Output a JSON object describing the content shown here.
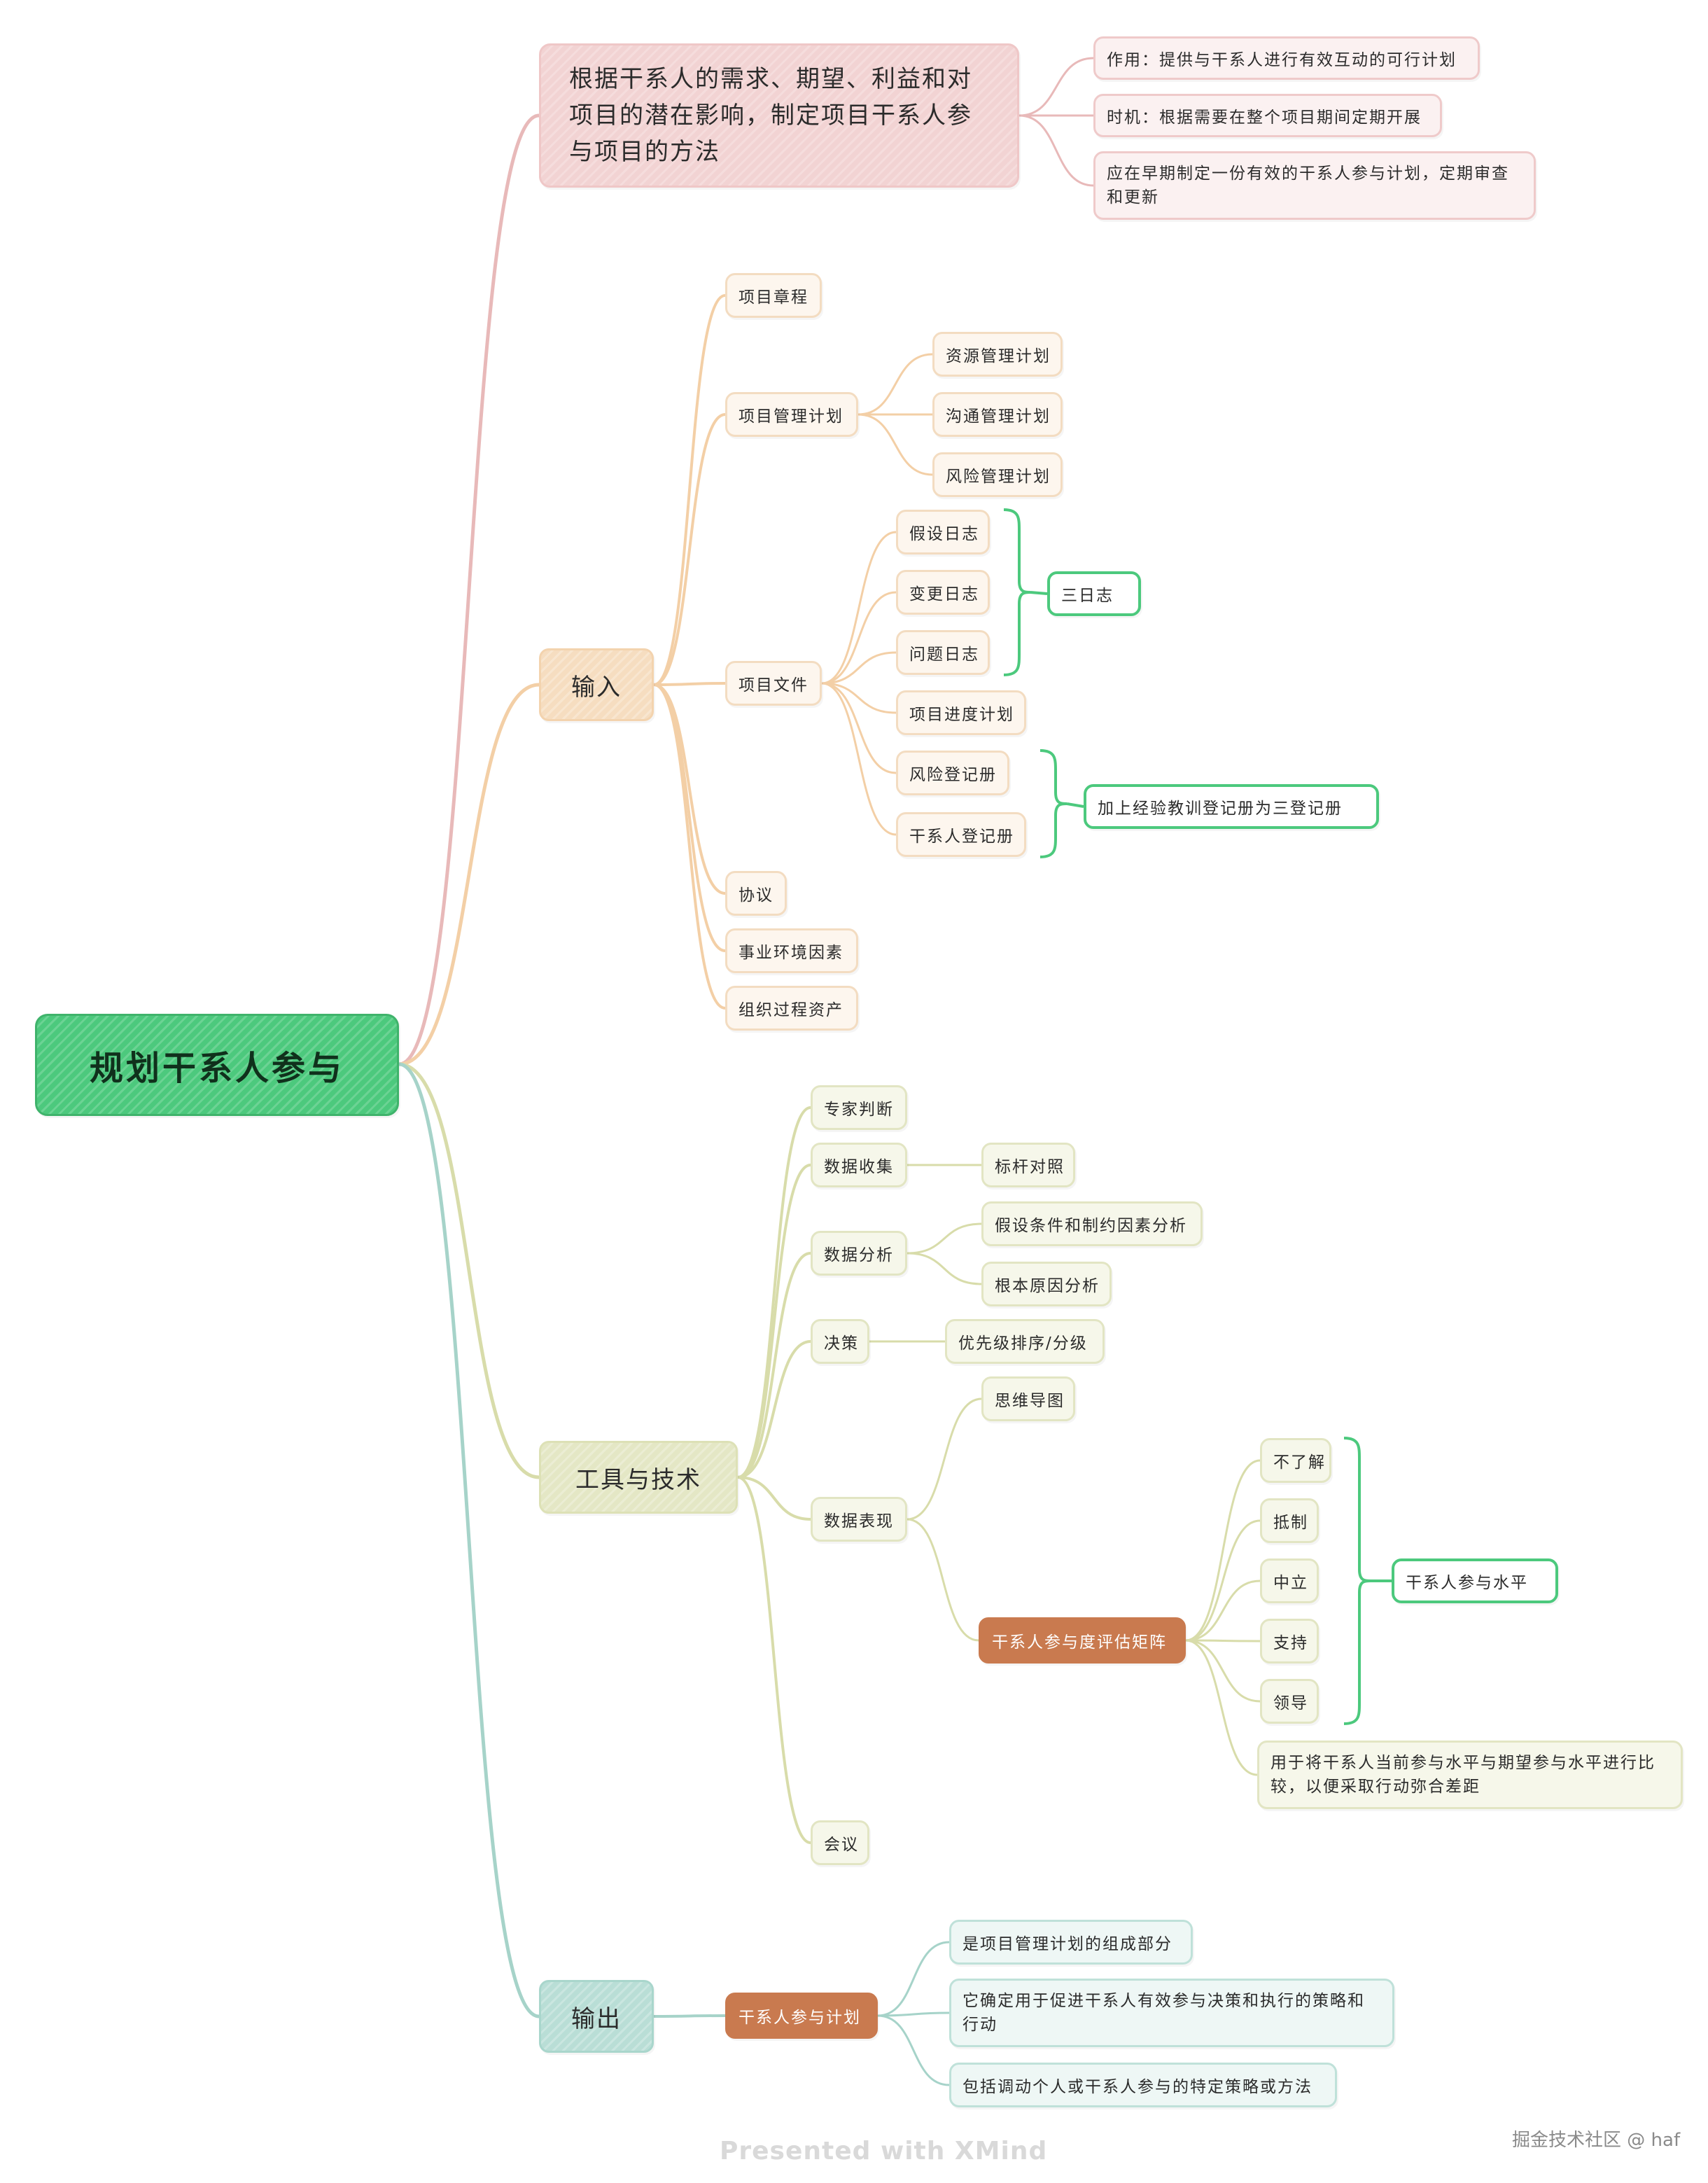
{
  "root": "规划干系人参与",
  "definition": {
    "text": "根据干系人的需求、期望、利益和对项目的潜在影响，制定项目干系人参与项目的方法",
    "details": [
      "作用：提供与干系人进行有效互动的可行计划",
      "时机：根据需要在整个项目期间定期开展",
      "应在早期制定一份有效的干系人参与计划，定期审查和更新"
    ]
  },
  "inputs": {
    "label": "输入",
    "charter": "项目章程",
    "pm_plan": {
      "label": "项目管理计划",
      "items": [
        "资源管理计划",
        "沟通管理计划",
        "风险管理计划"
      ]
    },
    "project_docs": {
      "label": "项目文件",
      "items": [
        "假设日志",
        "变更日志",
        "问题日志",
        "项目进度计划",
        "风险登记册",
        "干系人登记册"
      ],
      "summary_logs": "三日志",
      "summary_registers": "加上经验教训登记册为三登记册"
    },
    "agreements": "协议",
    "eef": "事业环境因素",
    "opa": "组织过程资产"
  },
  "tools": {
    "label": "工具与技术",
    "expert": "专家判断",
    "data_gathering": {
      "label": "数据收集",
      "items": [
        "标杆对照"
      ]
    },
    "data_analysis": {
      "label": "数据分析",
      "items": [
        "假设条件和制约因素分析",
        "根本原因分析"
      ]
    },
    "decision": {
      "label": "决策",
      "items": [
        "优先级排序/分级"
      ]
    },
    "data_representation": {
      "label": "数据表现",
      "mind_map": "思维导图",
      "matrix": {
        "label": "干系人参与度评估矩阵",
        "levels": [
          "不了解",
          "抵制",
          "中立",
          "支持",
          "领导"
        ],
        "levels_summary": "干系人参与水平",
        "note": "用于将干系人当前参与水平与期望参与水平进行比较，以便采取行动弥合差距"
      }
    },
    "meetings": "会议"
  },
  "outputs": {
    "label": "输出",
    "plan": {
      "label": "干系人参与计划",
      "items": [
        "是项目管理计划的组成部分",
        "它确定用于促进干系人有效参与决策和执行的策略和行动",
        "包括调动个人或干系人参与的特定策略或方法"
      ]
    }
  },
  "footer": {
    "watermark": "Presented with XMind",
    "credit": "掘金技术社区 @ haf"
  },
  "colors": {
    "pink": "#e8b9b9",
    "orange": "#f3cfa6",
    "olive": "#d8dcaa",
    "teal": "#a6d3c9",
    "green": "#4cc97d",
    "accent": "#c97a4f"
  }
}
